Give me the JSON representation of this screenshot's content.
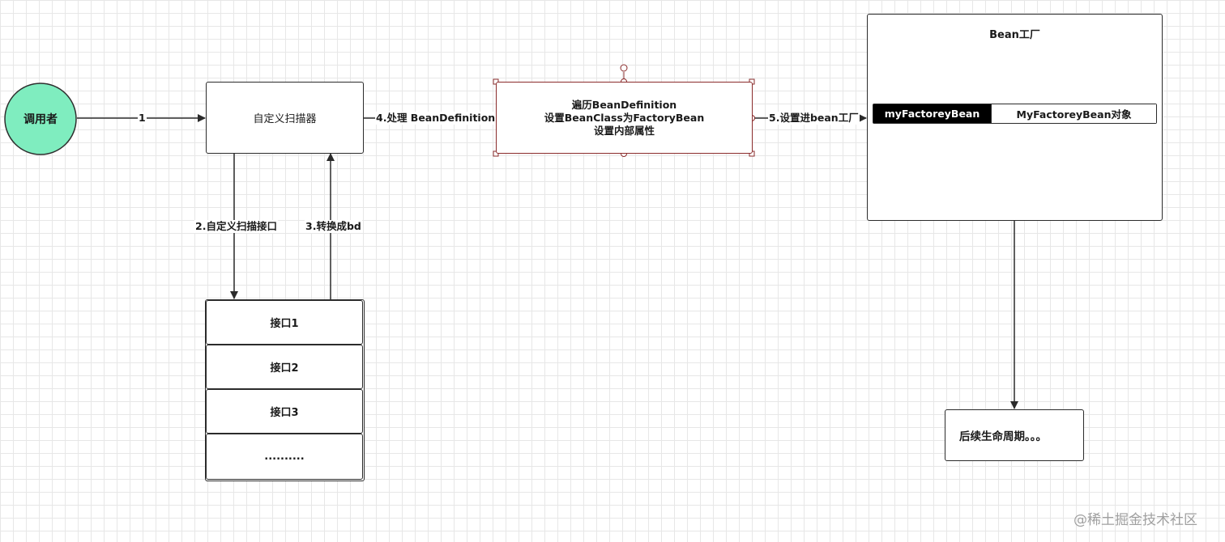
{
  "caller": {
    "label": "调用者"
  },
  "scanner": {
    "label": "自定义扫描器"
  },
  "process": {
    "line1": "遍历BeanDefinition",
    "line2": "设置BeanClass为FactoryBean",
    "line3": "设置内部属性"
  },
  "factory": {
    "title": "Bean工厂",
    "key": "myFactoreyBean",
    "value": "MyFactoreyBean对象"
  },
  "interfaces": {
    "items": [
      "接口1",
      "接口2",
      "接口3",
      ".........."
    ]
  },
  "lifecycle": {
    "label": "后续生命周期。。。"
  },
  "edges": {
    "e1": "1",
    "e2": "2.自定义扫描接口",
    "e3": "3.转换成bd",
    "e4": "4.处理 BeanDefinition",
    "e5": "5.设置进bean工厂"
  },
  "watermark": "@稀土掘金技术社区",
  "colors": {
    "caller_fill": "#7fedbf",
    "caller_stroke": "#2e2e2e",
    "selection": "#8a2b2b",
    "key_fill": "#000000"
  }
}
